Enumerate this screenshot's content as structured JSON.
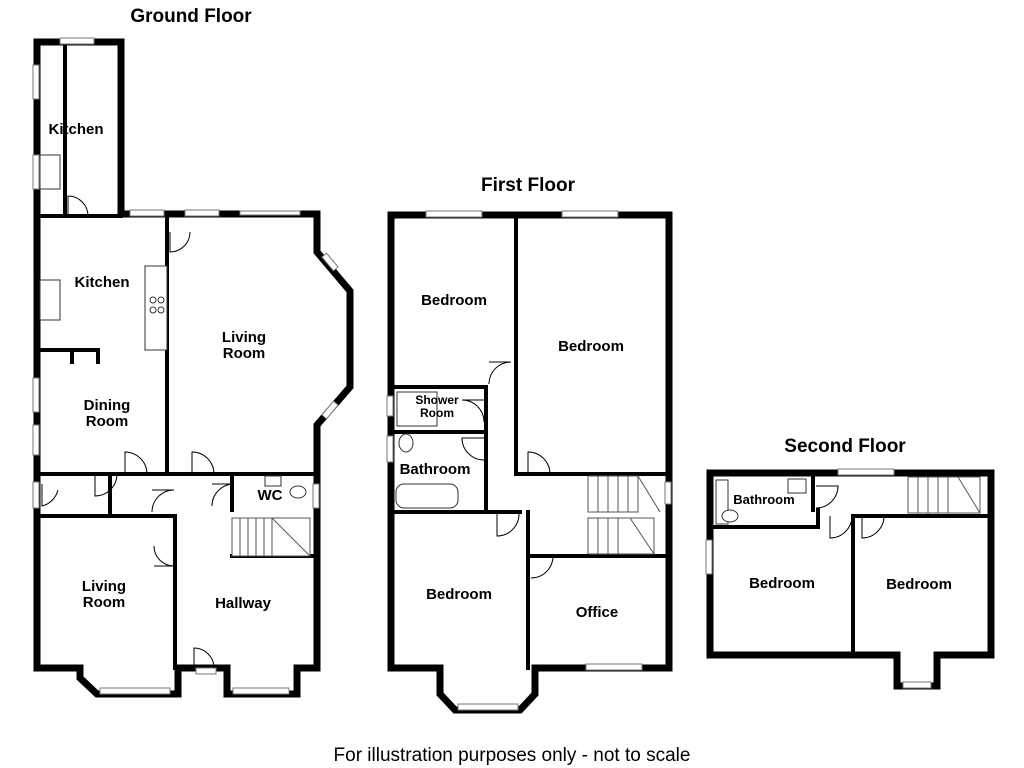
{
  "floors": {
    "ground": {
      "title": "Ground Floor",
      "rooms": {
        "kitchen_upper": "Kitchen",
        "kitchen_lower": "Kitchen",
        "dining_1": "Dining",
        "dining_2": "Room",
        "living_rear_1": "Living",
        "living_rear_2": "Room",
        "wc": "WC",
        "living_front_1": "Living",
        "living_front_2": "Room",
        "hallway": "Hallway"
      }
    },
    "first": {
      "title": "First Floor",
      "rooms": {
        "bedroom_rear_left": "Bedroom",
        "bedroom_rear_right": "Bedroom",
        "shower_1": "Shower",
        "shower_2": "Room",
        "bathroom": "Bathroom",
        "bedroom_front": "Bedroom",
        "office": "Office"
      }
    },
    "second": {
      "title": "Second Floor",
      "rooms": {
        "bathroom": "Bathroom",
        "bedroom_left": "Bedroom",
        "bedroom_right": "Bedroom"
      }
    }
  },
  "disclaimer": "For illustration purposes only - not to scale"
}
